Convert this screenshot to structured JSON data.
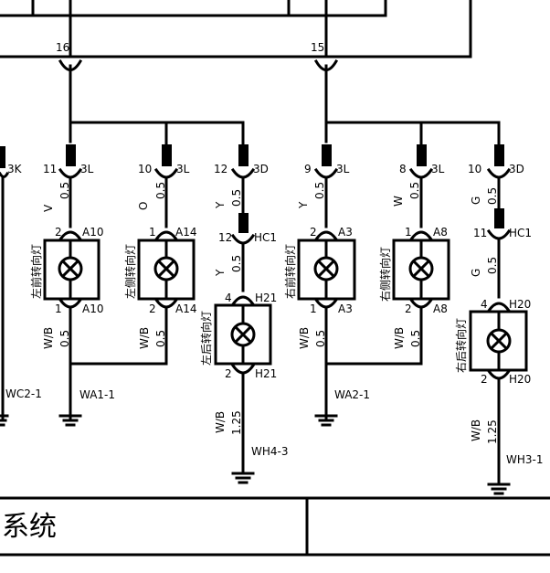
{
  "title": "系统",
  "bus": [
    {
      "pin": "16"
    },
    {
      "pin": "15"
    }
  ],
  "left_partial": {
    "pin_tag": "3K",
    "ground": "WC2-1"
  },
  "group1": {
    "lamp1": {
      "top_pin": "11",
      "top_code": "3L",
      "wire1": "V",
      "gauge1": "0.5",
      "conn_top_pin": "2",
      "conn_top": "A10",
      "name": "左前转向灯",
      "conn_bot_pin": "1",
      "conn_bot": "A10",
      "wire2": "W/B",
      "gauge2": "0.5"
    },
    "lamp2": {
      "top_pin": "10",
      "top_code": "3L",
      "wire1": "O",
      "gauge1": "0.5",
      "conn_top_pin": "1",
      "conn_top": "A14",
      "name": "左侧转向灯",
      "conn_bot_pin": "2",
      "conn_bot": "A14",
      "wire2": "W/B",
      "gauge2": "0.5"
    },
    "ground": "WA1-1",
    "rear": {
      "top_pin": "12",
      "top_code": "3D",
      "wire1": "Y",
      "gauge1": "0.5",
      "hc_pin": "12",
      "hc": "HC1",
      "wire2": "Y",
      "gauge2": "0.5",
      "conn_top_pin": "4",
      "conn_top": "H21",
      "name": "左后转向灯",
      "conn_bot_pin": "2",
      "conn_bot": "H21",
      "wire3": "W/B",
      "gauge3": "1.25",
      "ground": "WH4-3"
    }
  },
  "group2": {
    "lamp1": {
      "top_pin": "9",
      "top_code": "3L",
      "wire1": "Y",
      "gauge1": "0.5",
      "conn_top_pin": "2",
      "conn_top": "A3",
      "name": "右前转向灯",
      "conn_bot_pin": "1",
      "conn_bot": "A3",
      "wire2": "W/B",
      "gauge2": "0.5"
    },
    "lamp2": {
      "top_pin": "8",
      "top_code": "3L",
      "wire1": "W",
      "gauge1": "0.5",
      "conn_top_pin": "1",
      "conn_top": "A8",
      "name": "右侧转向灯",
      "conn_bot_pin": "2",
      "conn_bot": "A8",
      "wire2": "W/B",
      "gauge2": "0.5"
    },
    "ground": "WA2-1",
    "rear": {
      "top_pin": "10",
      "top_code": "3D",
      "wire1": "G",
      "gauge1": "0.5",
      "hc_pin": "11",
      "hc": "HC1",
      "wire2": "G",
      "gauge2": "0.5",
      "conn_top_pin": "4",
      "conn_top": "H20",
      "name": "右后转向灯",
      "conn_bot_pin": "2",
      "conn_bot": "H20",
      "wire3": "W/B",
      "gauge3": "1.25",
      "ground": "WH3-1"
    }
  }
}
